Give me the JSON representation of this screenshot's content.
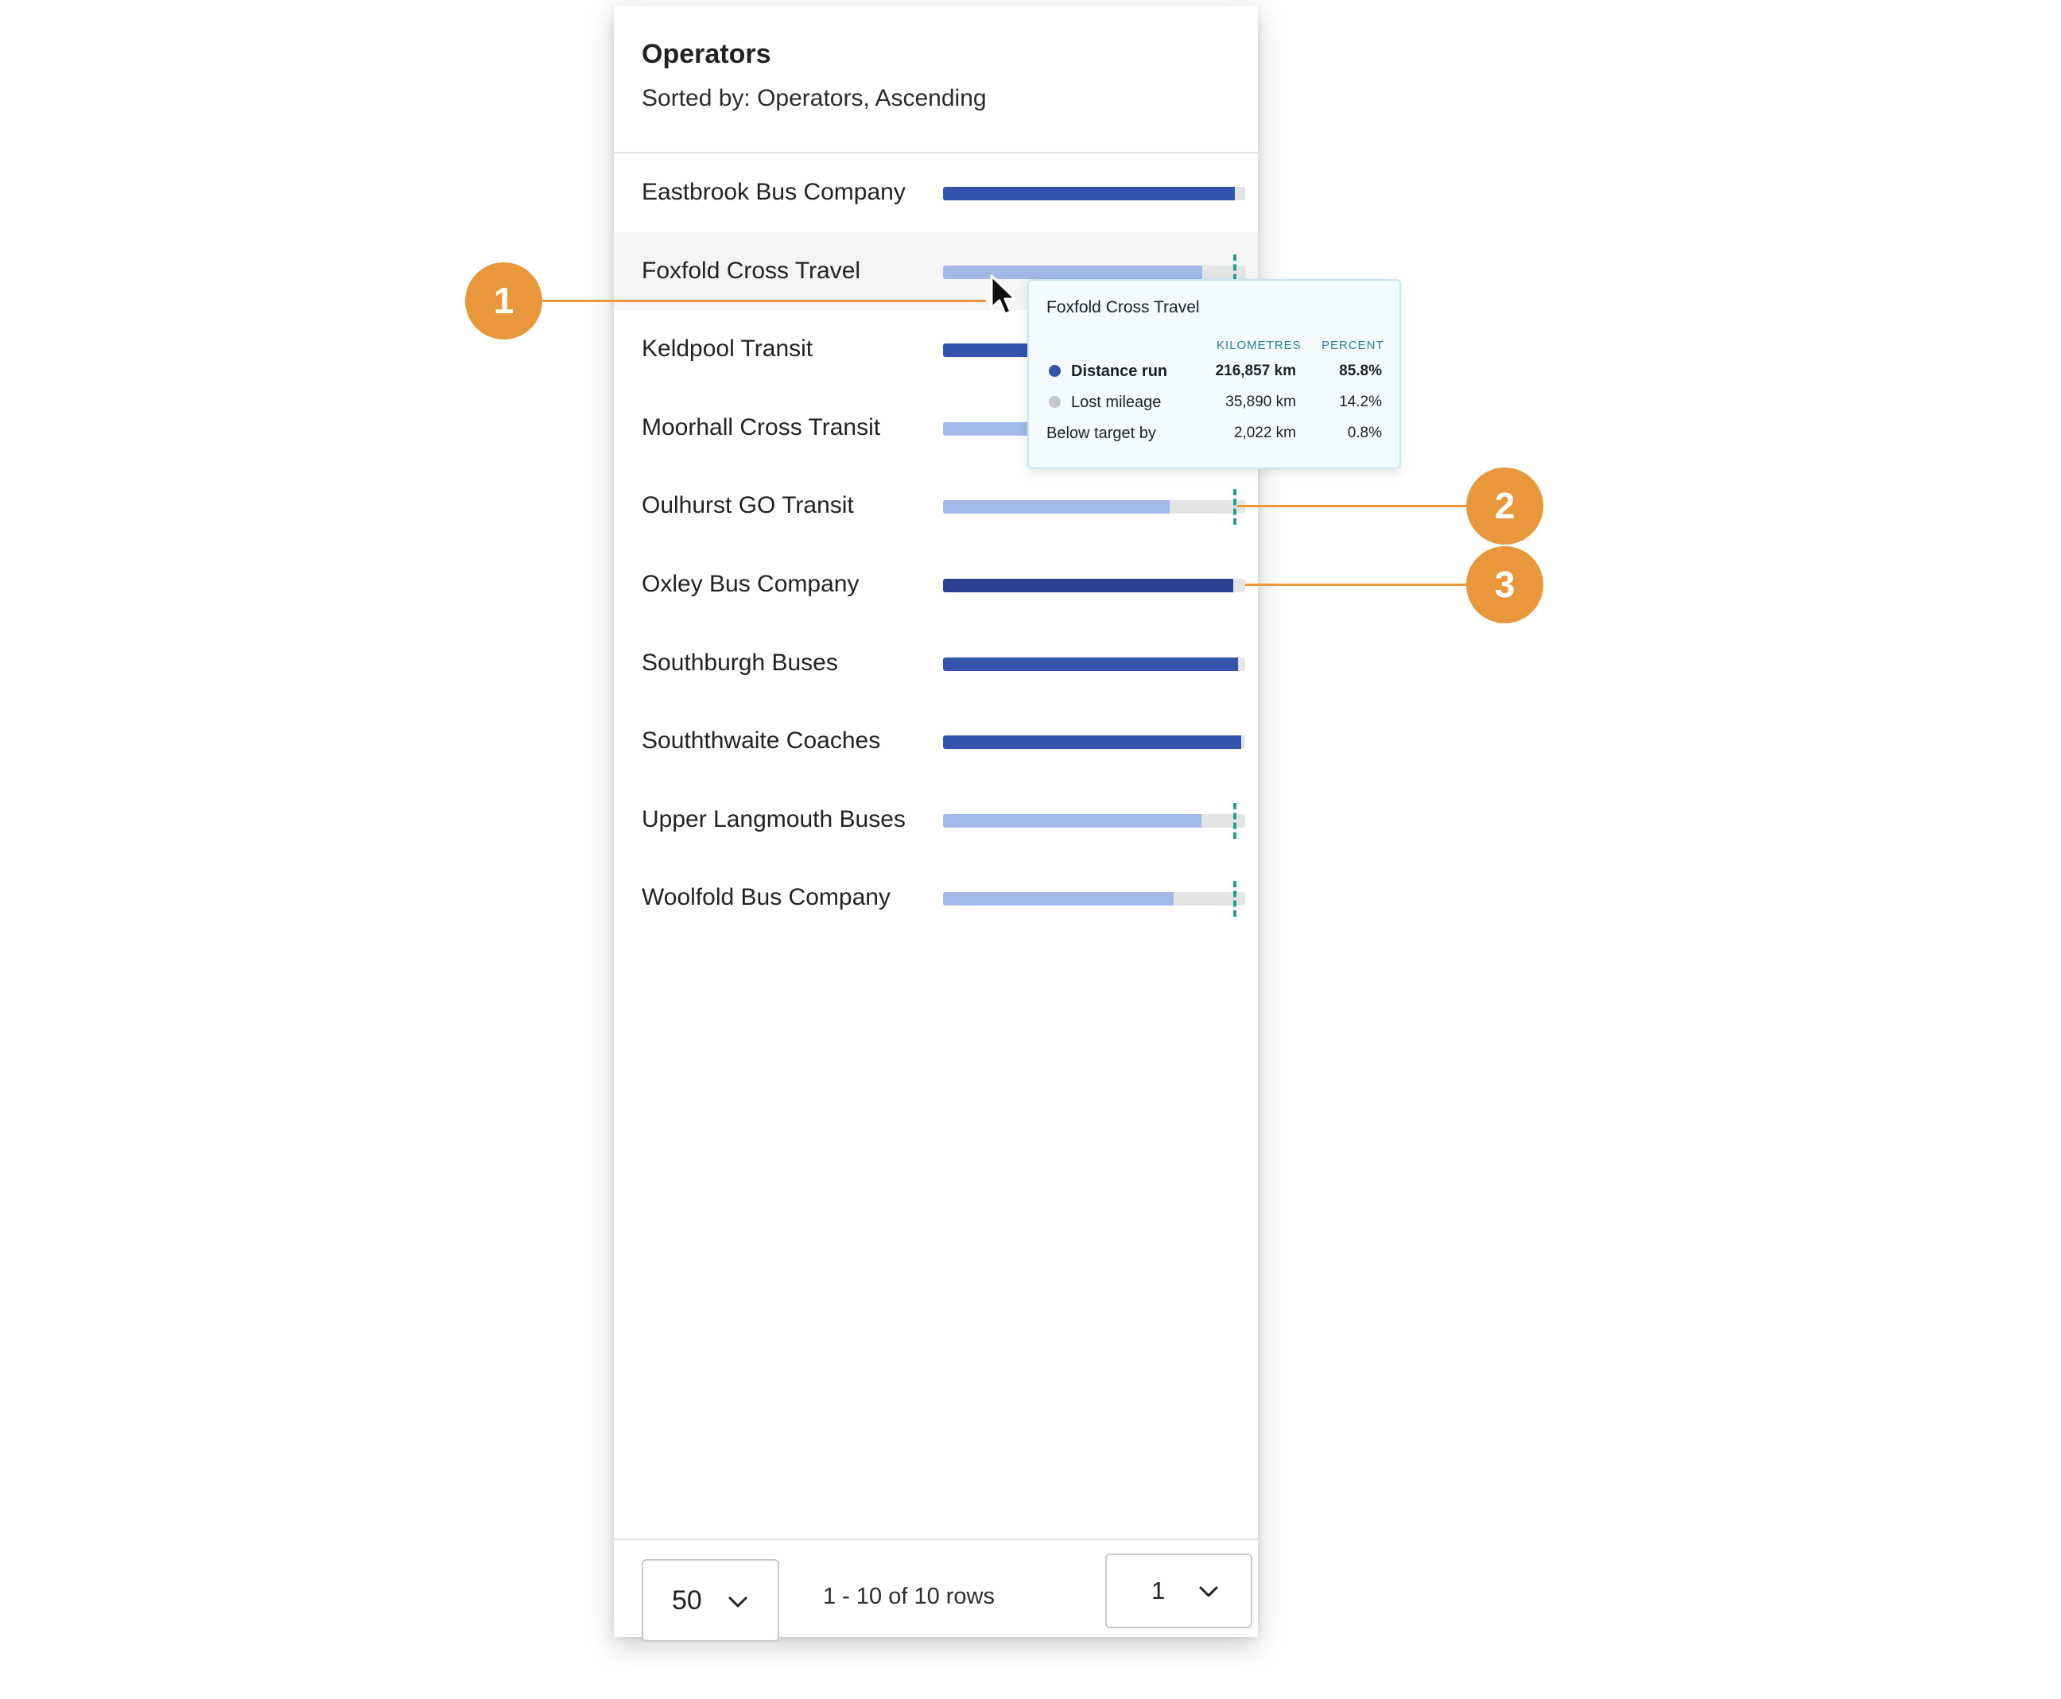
{
  "panel": {
    "title": "Operators",
    "sort_label": "Sorted by: Operators, Ascending"
  },
  "colors": {
    "above_target": "#3453ad",
    "above_target_dark": "#2a3f8f",
    "below_target": "#a3b8e6",
    "track": "#e4e4e4",
    "target_marker": "#1fa18a",
    "callout": "#e8983a"
  },
  "operators": [
    {
      "name": "Eastbrook Bus Company",
      "distance_pct": 96.5,
      "status": "above"
    },
    {
      "name": "Foxfold Cross Travel",
      "distance_pct": 85.8,
      "status": "below",
      "target_pct": 96.6
    },
    {
      "name": "Keldpool Transit",
      "distance_pct": 96.0,
      "status": "above"
    },
    {
      "name": "Moorhall Cross Transit",
      "distance_pct": 87.0,
      "status": "below",
      "target_pct": 96.6
    },
    {
      "name": "Oulhurst GO Transit",
      "distance_pct": 75.0,
      "status": "below",
      "target_pct": 96.6
    },
    {
      "name": "Oxley Bus Company",
      "distance_pct": 96.0,
      "status": "above_dark"
    },
    {
      "name": "Southburgh Buses",
      "distance_pct": 97.5,
      "status": "above"
    },
    {
      "name": "Souththwaite Coaches",
      "distance_pct": 98.8,
      "status": "above"
    },
    {
      "name": "Upper Langmouth Buses",
      "distance_pct": 85.5,
      "status": "below",
      "target_pct": 96.6
    },
    {
      "name": "Woolfold Bus Company",
      "distance_pct": 76.3,
      "status": "below",
      "target_pct": 96.6
    }
  ],
  "footer": {
    "page_size": "50",
    "rows_info": "1 - 10 of 10 rows",
    "page_number": "1"
  },
  "tooltip": {
    "title": "Foxfold Cross Travel",
    "col_km": "KILOMETRES",
    "col_pct": "PERCENT",
    "rows": [
      {
        "label": "Distance run",
        "km": "216,857 km",
        "pct": "85.8%"
      },
      {
        "label": "Lost mileage",
        "km": "35,890 km",
        "pct": "14.2%"
      },
      {
        "label": "Below target by",
        "km": "2,022 km",
        "pct": "0.8%"
      }
    ]
  },
  "callouts": {
    "one": "1",
    "two": "2",
    "three": "3"
  }
}
